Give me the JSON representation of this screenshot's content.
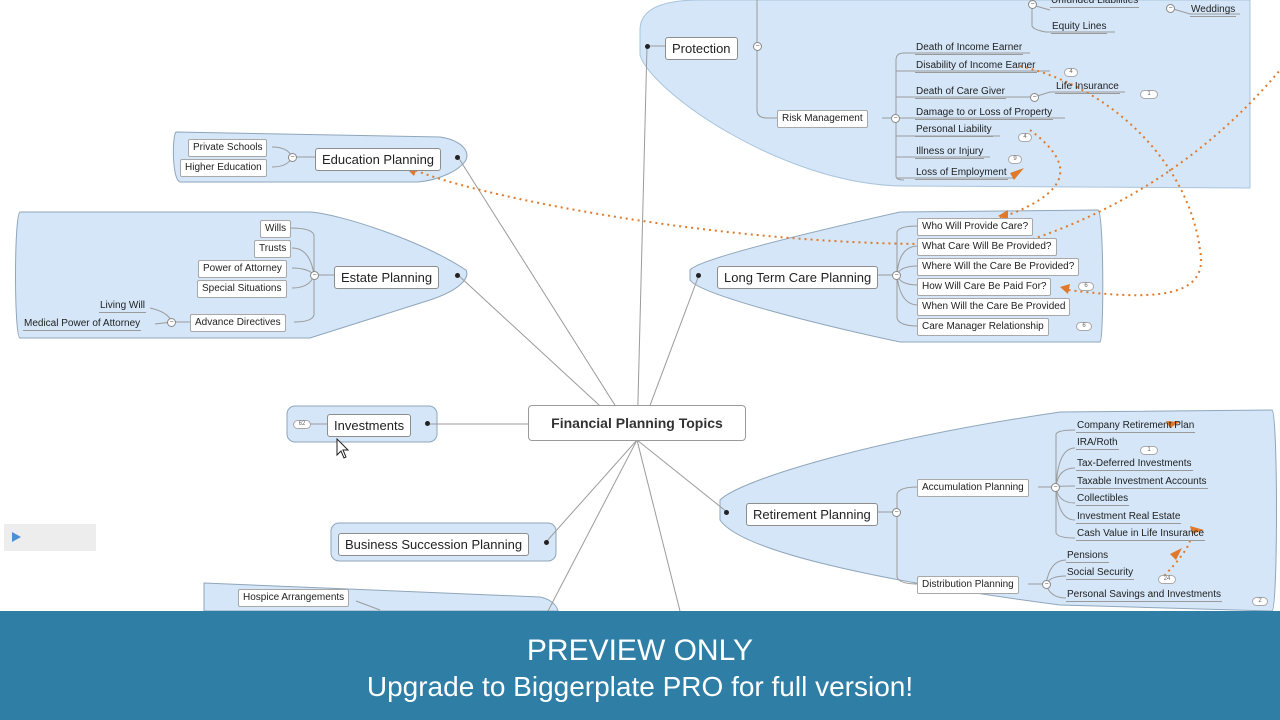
{
  "map": {
    "central": "Financial Planning Topics",
    "protection": {
      "label": "Protection",
      "top_items": [
        "Unfunded Liabilities",
        "Weddings",
        "Equity Lines"
      ],
      "risk_management": {
        "label": "Risk Management",
        "items": [
          "Death of Income Earner",
          "Disability of Income Earner",
          "Death of Care Giver",
          "Damage to or Loss of Property",
          "Personal Liability",
          "Illness or Injury",
          "Loss of Employment"
        ]
      },
      "life_insurance": "Life Insurance",
      "badges": [
        "4",
        "1",
        "4",
        "9"
      ]
    },
    "education": {
      "label": "Education Planning",
      "items": [
        "Private Schools",
        "Higher Education"
      ]
    },
    "estate": {
      "label": "Estate Planning",
      "items": [
        "Wills",
        "Trusts",
        "Power of Attorney",
        "Special Situations",
        "Advance Directives"
      ],
      "advance_items": [
        "Living Will",
        "Medical Power of Attorney"
      ]
    },
    "ltc": {
      "label": "Long Term Care Planning",
      "items": [
        "Who Will Provide Care?",
        "What Care Will Be Provided?",
        "Where Will the Care Be Provided?",
        "How Will Care Be Paid For?",
        "When Will the Care Be Provided",
        "Care Manager Relationship"
      ],
      "badges": [
        "6",
        "6"
      ]
    },
    "investments": {
      "label": "Investments",
      "badge": "62"
    },
    "business": {
      "label": "Business Succession Planning"
    },
    "hospice": {
      "item": "Hospice Arrangements"
    },
    "retirement": {
      "label": "Retirement Planning",
      "accumulation": {
        "label": "Accumulation Planning",
        "items": [
          "Company Retirement Plan",
          "IRA/Roth",
          "Tax-Deferred Investments",
          "Taxable Investment Accounts",
          "Collectibles",
          "Investment Real Estate",
          "Cash Value in Life Insurance"
        ]
      },
      "distribution": {
        "label": "Distribution Planning",
        "items": [
          "Pensions",
          "Social Security",
          "Personal Savings and Investments"
        ]
      },
      "badges": [
        "1",
        "24",
        "2"
      ]
    }
  },
  "banner": {
    "line1": "PREVIEW ONLY",
    "line2": "Upgrade to Biggerplate PRO for full version!"
  },
  "colors": {
    "region": "#d4e6f8",
    "banner": "#2e7ea6",
    "link": "#e07a2a"
  },
  "icons": {
    "cursor": "arrow-pointer-icon",
    "play": "play-icon",
    "collapse": "minus-circle-icon"
  }
}
